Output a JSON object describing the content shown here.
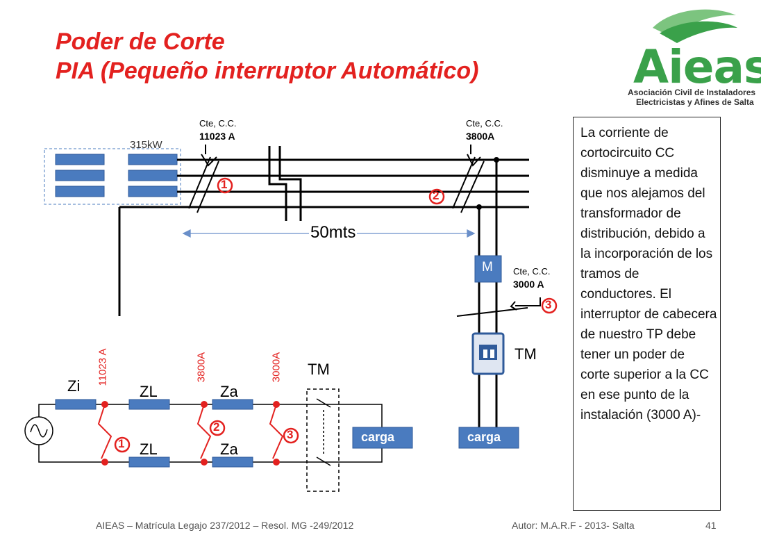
{
  "slide": {
    "title_line1": "Poder de Corte",
    "title_line2": "PIA (Pequeño interruptor Automático)",
    "page_number": "41"
  },
  "logo": {
    "name": "Aieas",
    "subtitle_line1": "Asociación Civil de Instaladores",
    "subtitle_line2": "Electricistas y Afines de Salta"
  },
  "explanation": "La corriente de cortocircuito CC disminuye a medida que nos alejamos del transformador de distribución, debido a la incorporación de los tramos de conductores. El interruptor de cabecera de nuestro TP debe tener un poder de corte superior a la CC en ese punto de la instalación (3000 A)-",
  "top_diagram": {
    "transformer_label": "315kW",
    "point1": {
      "caption": "Cte, C.C.",
      "value": "11023 A",
      "marker": "1"
    },
    "point2": {
      "caption": "Cte, C.C.",
      "value": "3800A",
      "marker": "2"
    },
    "point3": {
      "caption": "Cte, C.C.",
      "value": "3000 A",
      "marker": "3"
    },
    "distance": "50mts",
    "meter_label": "M",
    "breaker_label": "TM",
    "load_label": "carga"
  },
  "circuit": {
    "zi": "Zi",
    "zl_top": "ZL",
    "zl_bottom": "ZL",
    "za_top": "Za",
    "za_bottom": "Za",
    "tm": "TM",
    "load": "carga",
    "i1": "11023 A",
    "i2": "3800A",
    "i3": "3000A",
    "m1": "1",
    "m2": "2",
    "m3": "3"
  },
  "footer": {
    "left": "AIEAS – Matrícula Legajo 237/2012 – Resol. MG -249/2012",
    "right": "Autor: M.A.R.F - 2013- Salta"
  },
  "colors": {
    "title": "#e3211f",
    "accent_red": "#e3211f",
    "box_blue": "#4a7bbf",
    "box_blue_dark": "#2f5a9a",
    "logo_green": "#3aa14a"
  }
}
